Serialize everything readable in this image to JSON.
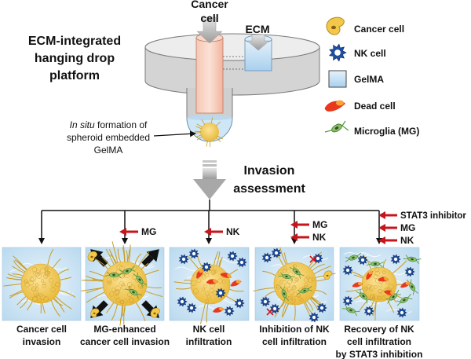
{
  "header": {
    "cancer_cell_label_1": "Cancer",
    "cancer_cell_label_2": "cell",
    "ecm_label": "ECM",
    "platform_line_1": "ECM-integrated",
    "platform_line_2": "hanging drop",
    "platform_line_3": "platform",
    "insitu_italic": "In situ",
    "insitu_rest": " formation of",
    "insitu_line_2": "spheroid embedded",
    "insitu_line_3": "GelMA",
    "invasion_line_1": "Invasion",
    "invasion_line_2": "assessment"
  },
  "legend": [
    {
      "icon": "cancer-cell-icon",
      "label": "Cancer cell",
      "color": "#f2c84b"
    },
    {
      "icon": "nk-cell-icon",
      "label": "NK cell",
      "color": "#1f4fa0"
    },
    {
      "icon": "gelma-icon",
      "label": "GelMA",
      "color": "#cfe6f6"
    },
    {
      "icon": "dead-cell-icon",
      "label": "Dead cell",
      "color": "#e8391f"
    },
    {
      "icon": "microglia-icon",
      "label": "Microglia (MG)",
      "color": "#5a9a3a"
    }
  ],
  "treatments": {
    "panel2": [
      "MG"
    ],
    "panel3": [
      "NK"
    ],
    "panel4": [
      "MG",
      "NK"
    ],
    "panel5": [
      "STAT3 inhibitor",
      "MG",
      "NK"
    ]
  },
  "panels": [
    {
      "caption_1": "Cancer cell",
      "caption_2": "invasion",
      "caption_3": ""
    },
    {
      "caption_1": "MG-enhanced",
      "caption_2": "cancer cell invasion",
      "caption_3": ""
    },
    {
      "caption_1": "NK cell",
      "caption_2": "infiltration",
      "caption_3": ""
    },
    {
      "caption_1": "Inhibition of NK",
      "caption_2": "cell infiltration",
      "caption_3": ""
    },
    {
      "caption_1": "Recovery of NK",
      "caption_2": "cell infiltration",
      "caption_3": "by STAT3 inhibition"
    }
  ],
  "colors": {
    "arrow_red": "#c4161c",
    "cancer_yellow": "#f2c84b",
    "nk_blue": "#1f4fa0",
    "gel_blue": "#d6eaf8",
    "dead_red": "#e8391f",
    "microglia_green": "#5a9a3a"
  }
}
